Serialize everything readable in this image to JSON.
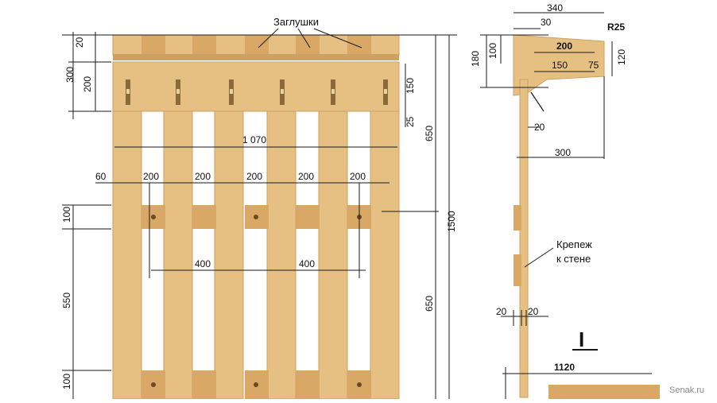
{
  "labels": {
    "caps": "Заглушки",
    "mount_line1": "Крепеж",
    "mount_line2": "к стене",
    "section_mark": "I",
    "watermark": "Senak.ru"
  },
  "dims": {
    "top_20": "20",
    "left_300": "300",
    "left_200": "200",
    "right_150": "150",
    "right_25": "25",
    "right_650_top": "650",
    "width_1070": "1 070",
    "gap_60": "60",
    "gap_200": "200",
    "left_100_a": "100",
    "center_400": "400",
    "left_550": "550",
    "right_650_bot": "650",
    "right_1500": "1500",
    "left_100_b": "100",
    "side_340": "340",
    "side_30": "30",
    "side_r25": "R25",
    "side_180": "180",
    "side_100": "100",
    "side_200": "200",
    "side_150": "150",
    "side_75": "75",
    "side_120": "120",
    "side_20_a": "20",
    "side_300": "300",
    "side_20_b": "20",
    "side_20_c": "20",
    "bottom_1120": "1120"
  },
  "colors": {
    "wood": "#e6bf82",
    "wood_dark": "#cfa160",
    "wood_block": "#d9a867",
    "line": "#1a1a1a"
  }
}
